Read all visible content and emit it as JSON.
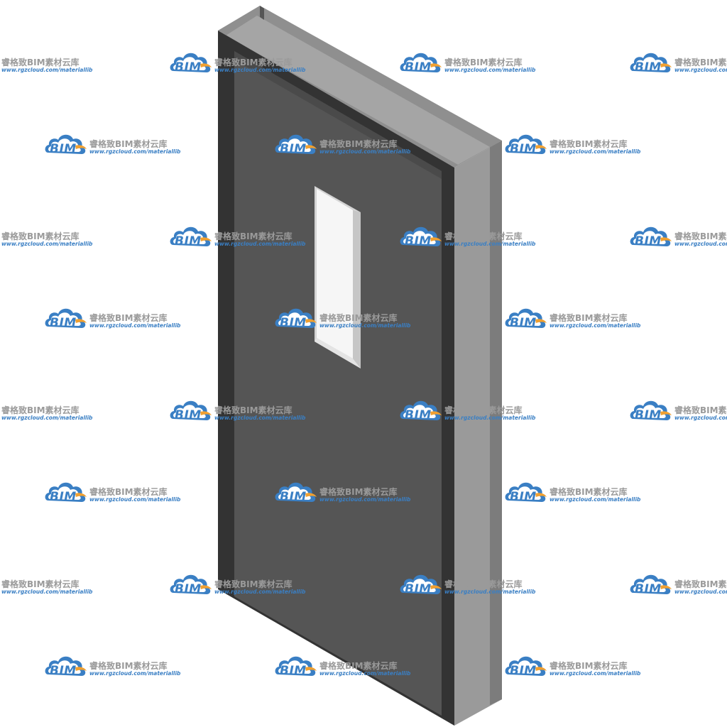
{
  "watermark": {
    "logo_text": "BIM",
    "brand_text": "睿格致BIM素材云库",
    "url_text": "www.rgzcloud.com/materiallib",
    "logo_icon": "cloud-icon",
    "colors": {
      "logo_blue": "#3a7fc4",
      "logo_orange": "#f0a030",
      "brand_gray": "#9a9a9a"
    }
  },
  "door": {
    "colors": {
      "panel": "#555555",
      "frame_front": "#333333",
      "frame_side": "#9a9a9a",
      "frame_top": "#8c8c8c",
      "glass": "#f4f4f4",
      "glass_shadow": "#d6d6d6"
    }
  }
}
